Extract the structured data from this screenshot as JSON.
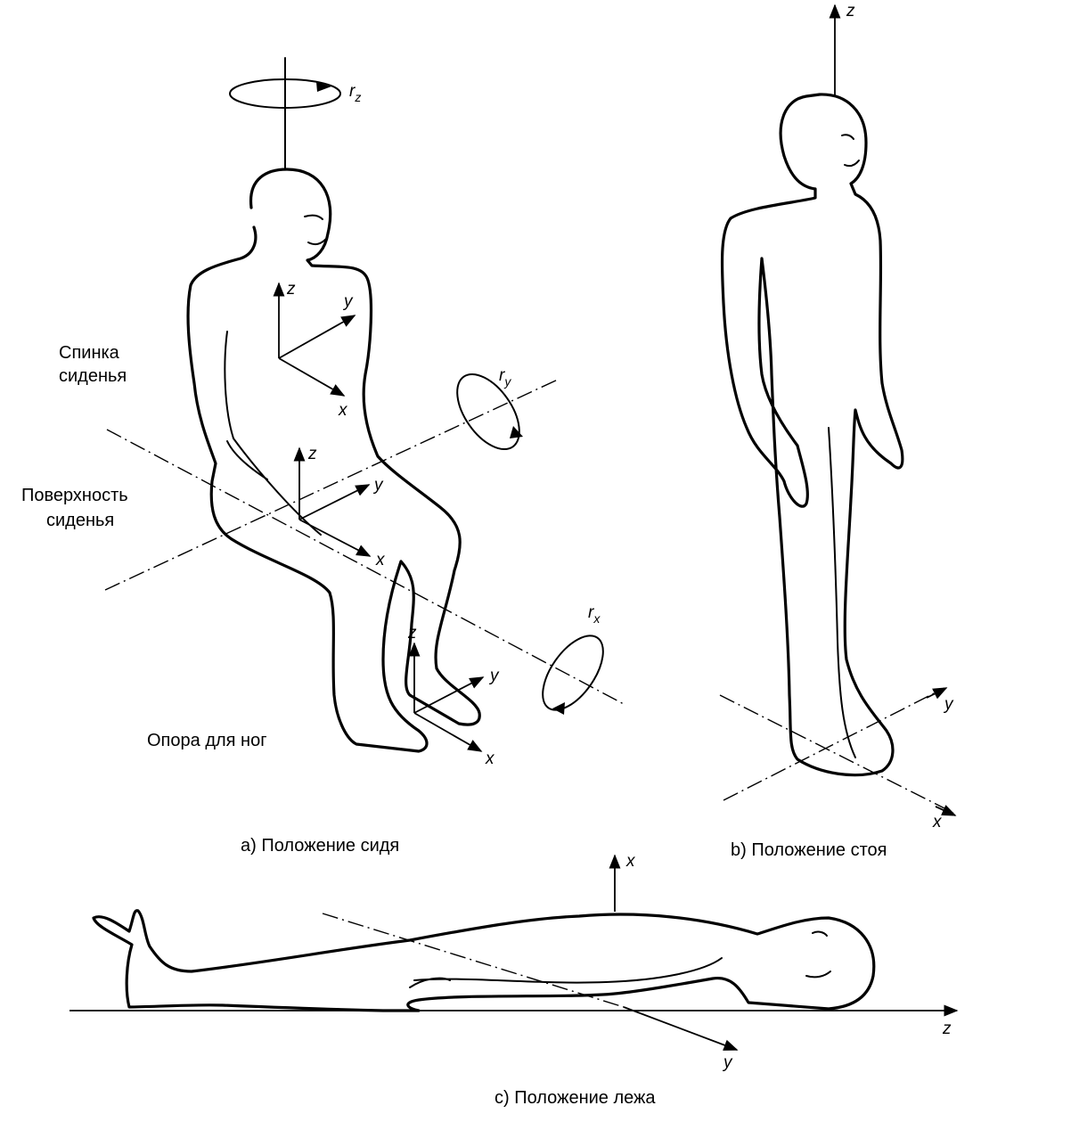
{
  "panels": {
    "seated": {
      "caption": "a) Положение сидя",
      "labels": {
        "seat_back_line1": "Спинка",
        "seat_back_line2": "сиденья",
        "seat_surface_line1": "Поверхность",
        "seat_surface_line2": "сиденья",
        "foot_rest": "Опора для ног"
      },
      "axes": {
        "z": "z",
        "y": "y",
        "x": "x",
        "r": "r",
        "rz_sub": "z",
        "ry_sub": "y",
        "rx_sub": "x"
      }
    },
    "standing": {
      "caption": "b) Положение стоя",
      "axes": {
        "z": "z",
        "y": "y",
        "x": "x"
      }
    },
    "lying": {
      "caption": "c) Положение лежа",
      "axes": {
        "x": "x",
        "y": "y",
        "z": "z"
      }
    }
  },
  "colors": {
    "ink": "#000000",
    "paper": "#ffffff"
  }
}
